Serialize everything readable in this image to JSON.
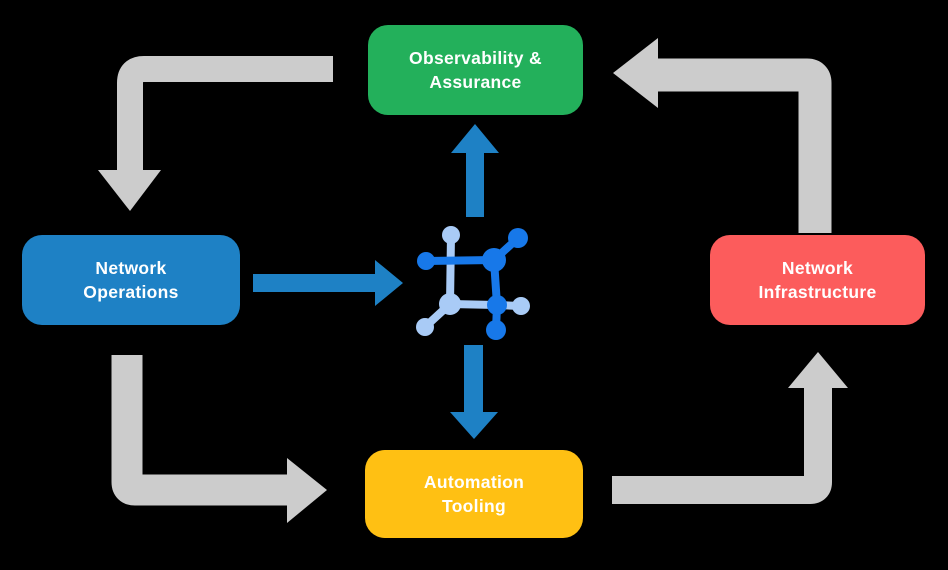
{
  "nodes": {
    "observability": {
      "line1": "Observability &",
      "line2": "Assurance",
      "color": "#23B05B"
    },
    "operations": {
      "line1": "Network",
      "line2": "Operations",
      "color": "#1E81C5"
    },
    "infrastructure": {
      "line1": "Network",
      "line2": "Infrastructure",
      "color": "#FC5C5C"
    },
    "automation": {
      "line1": "Automation",
      "line2": "Tooling",
      "color": "#FFC013"
    }
  },
  "icons": {
    "center": "network-mesh-icon"
  },
  "colors": {
    "background": "#000000",
    "cycle_arrow": "#CCCCCC",
    "flow_arrow": "#1E81C5",
    "icon_dark_blue": "#1778E9",
    "icon_light_blue": "#A9CBF6"
  }
}
